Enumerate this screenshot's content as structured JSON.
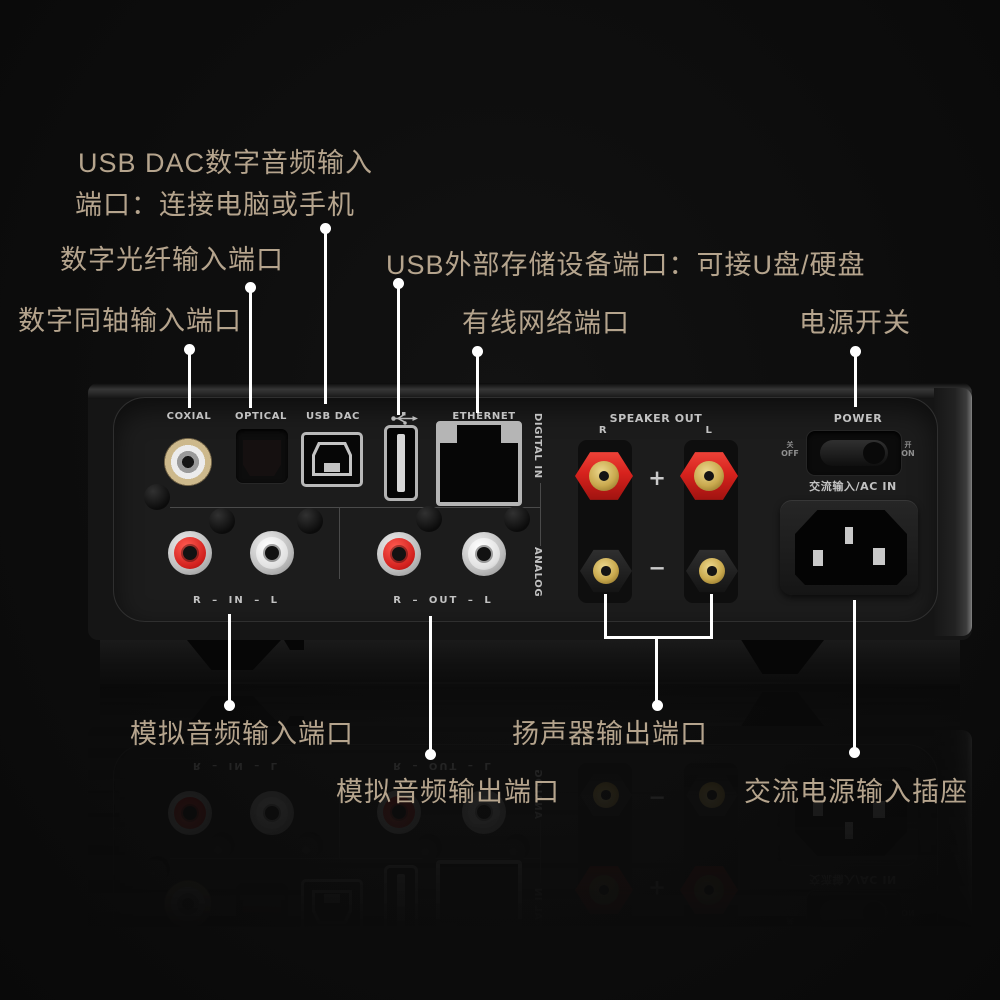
{
  "colors": {
    "background": "#0d0d0d",
    "annotation_text": "#b5a48d",
    "callout_line": "#ffffff",
    "panel_text": "#c2c2c2",
    "rca_red": "#d6221d",
    "rca_white": "#f0f0f0",
    "binding_post_red": "#d6221d",
    "binding_post_gold": "#c9a94e",
    "coax_gold": "#cdb98c"
  },
  "annotations": {
    "usb_dac_line1": "USB DAC数字音频输入",
    "usb_dac_line2": "端口：连接电脑或手机",
    "optical": "数字光纤输入端口",
    "coaxial": "数字同轴输入端口",
    "usb_storage": "USB外部存储设备端口：可接U盘/硬盘",
    "ethernet": "有线网络端口",
    "power": "电源开关",
    "analog_in": "模拟音频输入端口",
    "speaker_out": "扬声器输出端口",
    "analog_out": "模拟音频输出端口",
    "ac_in": "交流电源输入插座"
  },
  "panel": {
    "coaxial": "COXIAL",
    "optical": "OPTICAL",
    "usb_dac": "USB DAC",
    "usb_icon": "usb-trident-icon",
    "ethernet": "ETHERNET",
    "digital_in": "DIGITAL IN",
    "analog": "ANALOG",
    "rca_in": "R – IN – L",
    "rca_out": "R – OUT – L",
    "speaker_out": "SPEAKER OUT",
    "speaker_r": "R",
    "speaker_l": "L",
    "plus": "+",
    "minus": "−",
    "power": "POWER",
    "power_off_cn": "关",
    "power_off": "OFF",
    "power_on_cn": "开",
    "power_on": "ON",
    "ac_in": "交流输入/AC IN"
  }
}
